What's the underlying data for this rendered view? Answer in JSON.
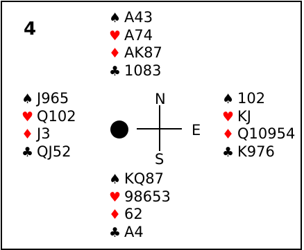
{
  "board": {
    "number": "4"
  },
  "compass": {
    "north": "N",
    "east": "E",
    "south": "S"
  },
  "suits": {
    "spade": "♠",
    "heart": "♥",
    "diamond": "♦",
    "club": "♣"
  },
  "colors": {
    "black_suits": "#000000",
    "red_suits": "#ff0000"
  },
  "hands": {
    "north": {
      "spades": "A43",
      "hearts": "A74",
      "diamonds": "AK87",
      "clubs": "1083"
    },
    "west": {
      "spades": "J965",
      "hearts": "Q102",
      "diamonds": "J3",
      "clubs": "QJ52"
    },
    "east": {
      "spades": "102",
      "hearts": "KJ",
      "diamonds": "Q10954",
      "clubs": "K976"
    },
    "south": {
      "spades": "KQ87",
      "hearts": "98653",
      "diamonds": "62",
      "clubs": "A4"
    }
  },
  "dealer_marker": "dot-west"
}
